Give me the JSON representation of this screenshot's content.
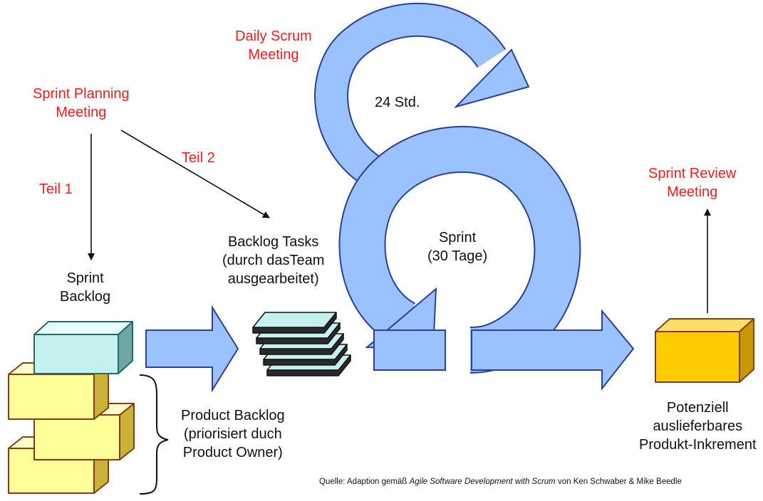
{
  "labels": {
    "daily_scrum": [
      "Daily Scrum",
      "Meeting"
    ],
    "cycle_24h": "24 Std.",
    "sprint_planning": [
      "Sprint Planning",
      "Meeting"
    ],
    "teil_1": "Teil 1",
    "teil_2": "Teil 2",
    "sprint_backlog": [
      "Sprint",
      "Backlog"
    ],
    "backlog_tasks": [
      "Backlog Tasks",
      "(durch dasTeam",
      "ausgearbeitet)"
    ],
    "sprint": [
      "Sprint",
      "(30 Tage)"
    ],
    "sprint_review": [
      "Sprint Review",
      "Meeting"
    ],
    "product_backlog": [
      "Product Backlog",
      "(priorisiert duch",
      "Product Owner)"
    ],
    "increment": [
      "Potenziell",
      "auslieferbares",
      "Produkt-Inkrement"
    ]
  },
  "source": {
    "prefix": "Quelle: Adaption gemäß ",
    "title": "Agile Software Development with Scrum",
    "suffix": " von Ken Schwaber & Mike Beedle"
  },
  "colors": {
    "red_text": "#f21c1c",
    "arrow_fill": "#99c2ff",
    "arrow_stroke": "#2b3f96",
    "sprint_backlog_box": "#c5f0f0",
    "product_backlog_box": "#ffff99",
    "increment_box": "#ffcc00",
    "task_sheet": "#c5f0f0"
  }
}
